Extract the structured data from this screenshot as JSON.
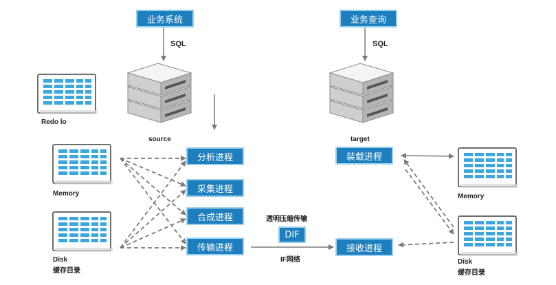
{
  "top_left_box": "业务系统",
  "top_right_box": "业务查询",
  "sql_left": "SQL",
  "sql_right": "SQL",
  "server_left_label": "source",
  "server_right_label": "target",
  "redo_label": "Redo lo",
  "memory_left_label": "Memory",
  "disk_left_label": "Disk",
  "disk_left_sub": "缓存目录",
  "memory_right_label": "Memory",
  "disk_right_label": "Disk",
  "disk_right_sub": "缓存目录",
  "processes_left": [
    "分析进程",
    "采集进程",
    "合成进程",
    "传输进程"
  ],
  "process_load": "装载进程",
  "process_receive": "接收进程",
  "transfer_caption": "透明压缩传输",
  "dif_label": "DIF",
  "network_label": "IF网络",
  "colors": {
    "box_fill": "#1e7fbf",
    "box_glow": "#9ad0ef",
    "cell": "#3aa7e0",
    "arrow": "#7a7a7a"
  }
}
